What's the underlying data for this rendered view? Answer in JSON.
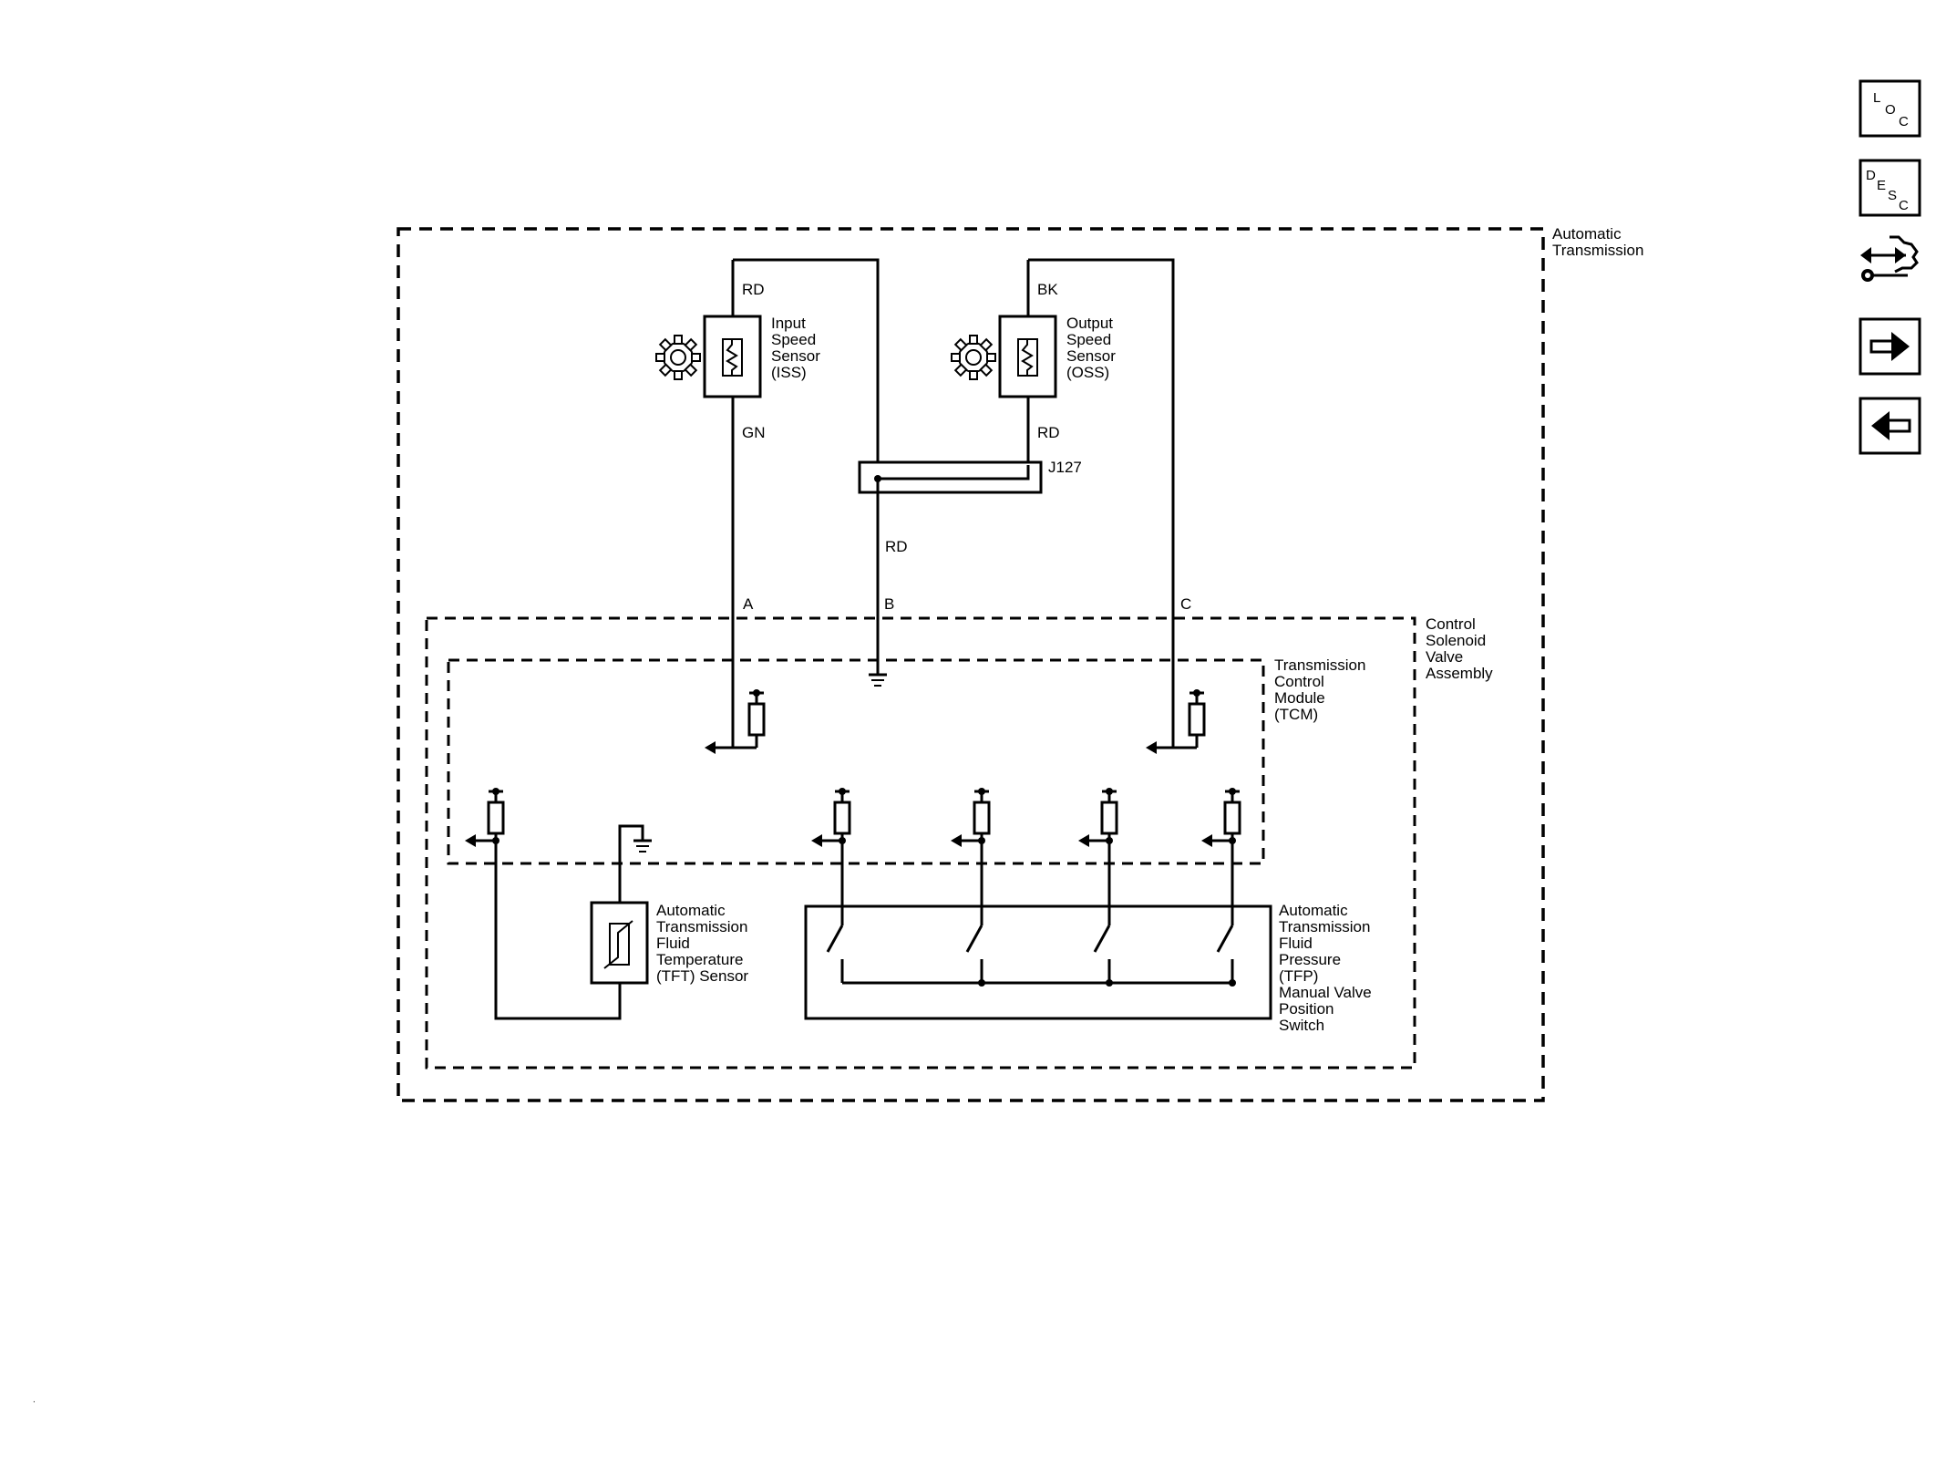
{
  "assemblies": {
    "automatic_transmission": "Automatic Transmission",
    "control_solenoid_valve_assembly": "Control Solenoid Valve Assembly",
    "tcm": "Transmission Control Module (TCM)"
  },
  "components": {
    "iss": "Input Speed Sensor (ISS)",
    "oss": "Output Speed Sensor (OSS)",
    "tft": "Automatic Transmission Fluid Temperature (TFT) Sensor",
    "tfp": "Automatic Transmission Fluid Pressure (TFP) Manual Valve Position Switch",
    "splice": "J127"
  },
  "wires": {
    "iss_top": "RD",
    "iss_bottom": "GN",
    "oss_top": "BK",
    "oss_bottom": "RD",
    "splice_out": "RD"
  },
  "connector_pins": {
    "a": "A",
    "b": "B",
    "c": "C"
  },
  "nav_buttons": {
    "loc": {
      "l1": "L",
      "l2": "O",
      "l3": "C"
    },
    "desc": {
      "l1": "D",
      "l2": "E",
      "l3": "S",
      "l4": "C"
    },
    "connector_icon": "connector-wrench-icon",
    "next_icon": "arrow-right-icon",
    "prev_icon": "arrow-left-icon"
  }
}
